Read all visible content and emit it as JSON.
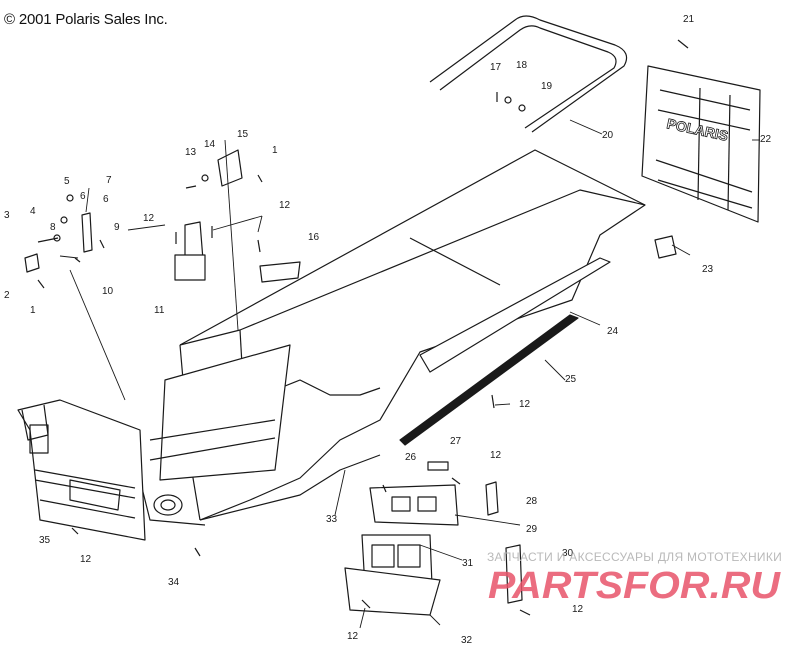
{
  "copyright": "© 2001 Polaris Sales Inc.",
  "watermark": {
    "tagline": "ЗАПЧАСТИ И АКСЕССУАРЫ ДЛЯ МОТОТЕХНИКИ",
    "logo": "PARTSFOR.RU",
    "color": "#e8546a"
  },
  "callouts": [
    "1",
    "2",
    "3",
    "4",
    "5",
    "6",
    "7",
    "8",
    "9",
    "10",
    "11",
    "12",
    "13",
    "14",
    "15",
    "16",
    "17",
    "18",
    "19",
    "20",
    "21",
    "22",
    "23",
    "24",
    "25",
    "26",
    "27",
    "28",
    "29",
    "30",
    "31",
    "32",
    "33",
    "34",
    "35"
  ],
  "flap_text": "POLARIS",
  "colors": {
    "ink": "#1a1a1a",
    "background": "#ffffff"
  }
}
